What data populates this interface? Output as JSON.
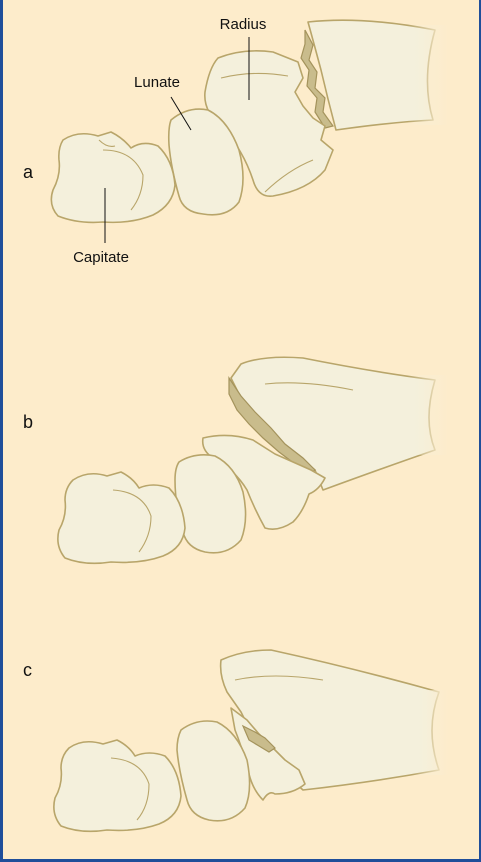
{
  "labels": {
    "radius": "Radius",
    "lunate": "Lunate",
    "capitate": "Capitate"
  },
  "parts": [
    "a",
    "b",
    "c"
  ],
  "colors": {
    "background": "#fdeccb",
    "frame": "#1f4e9a",
    "bone_fill": "#f4f0dc",
    "bone_outline": "#b8a56a",
    "fragment": "#c9bc8c"
  }
}
